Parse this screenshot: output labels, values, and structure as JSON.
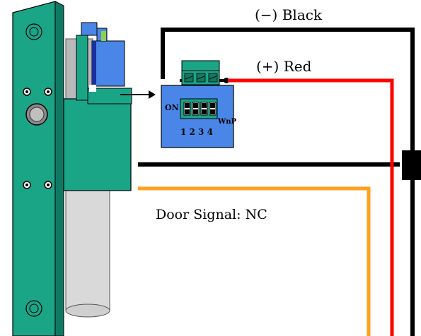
{
  "labels": {
    "black_wire": "(−) Black",
    "red_wire": "(+) Red",
    "door_signal": "Door Signal: NC"
  },
  "dip_switch": {
    "on_label": "ON",
    "numbers": "1 2 3 4",
    "brand": "WnP"
  },
  "colors": {
    "plate": "#1aa587",
    "module": "#4a86e8",
    "black_wire": "#000000",
    "red_wire": "#ff0000",
    "orange_wire": "#ffa01e",
    "dip_green": "#1aa587"
  }
}
